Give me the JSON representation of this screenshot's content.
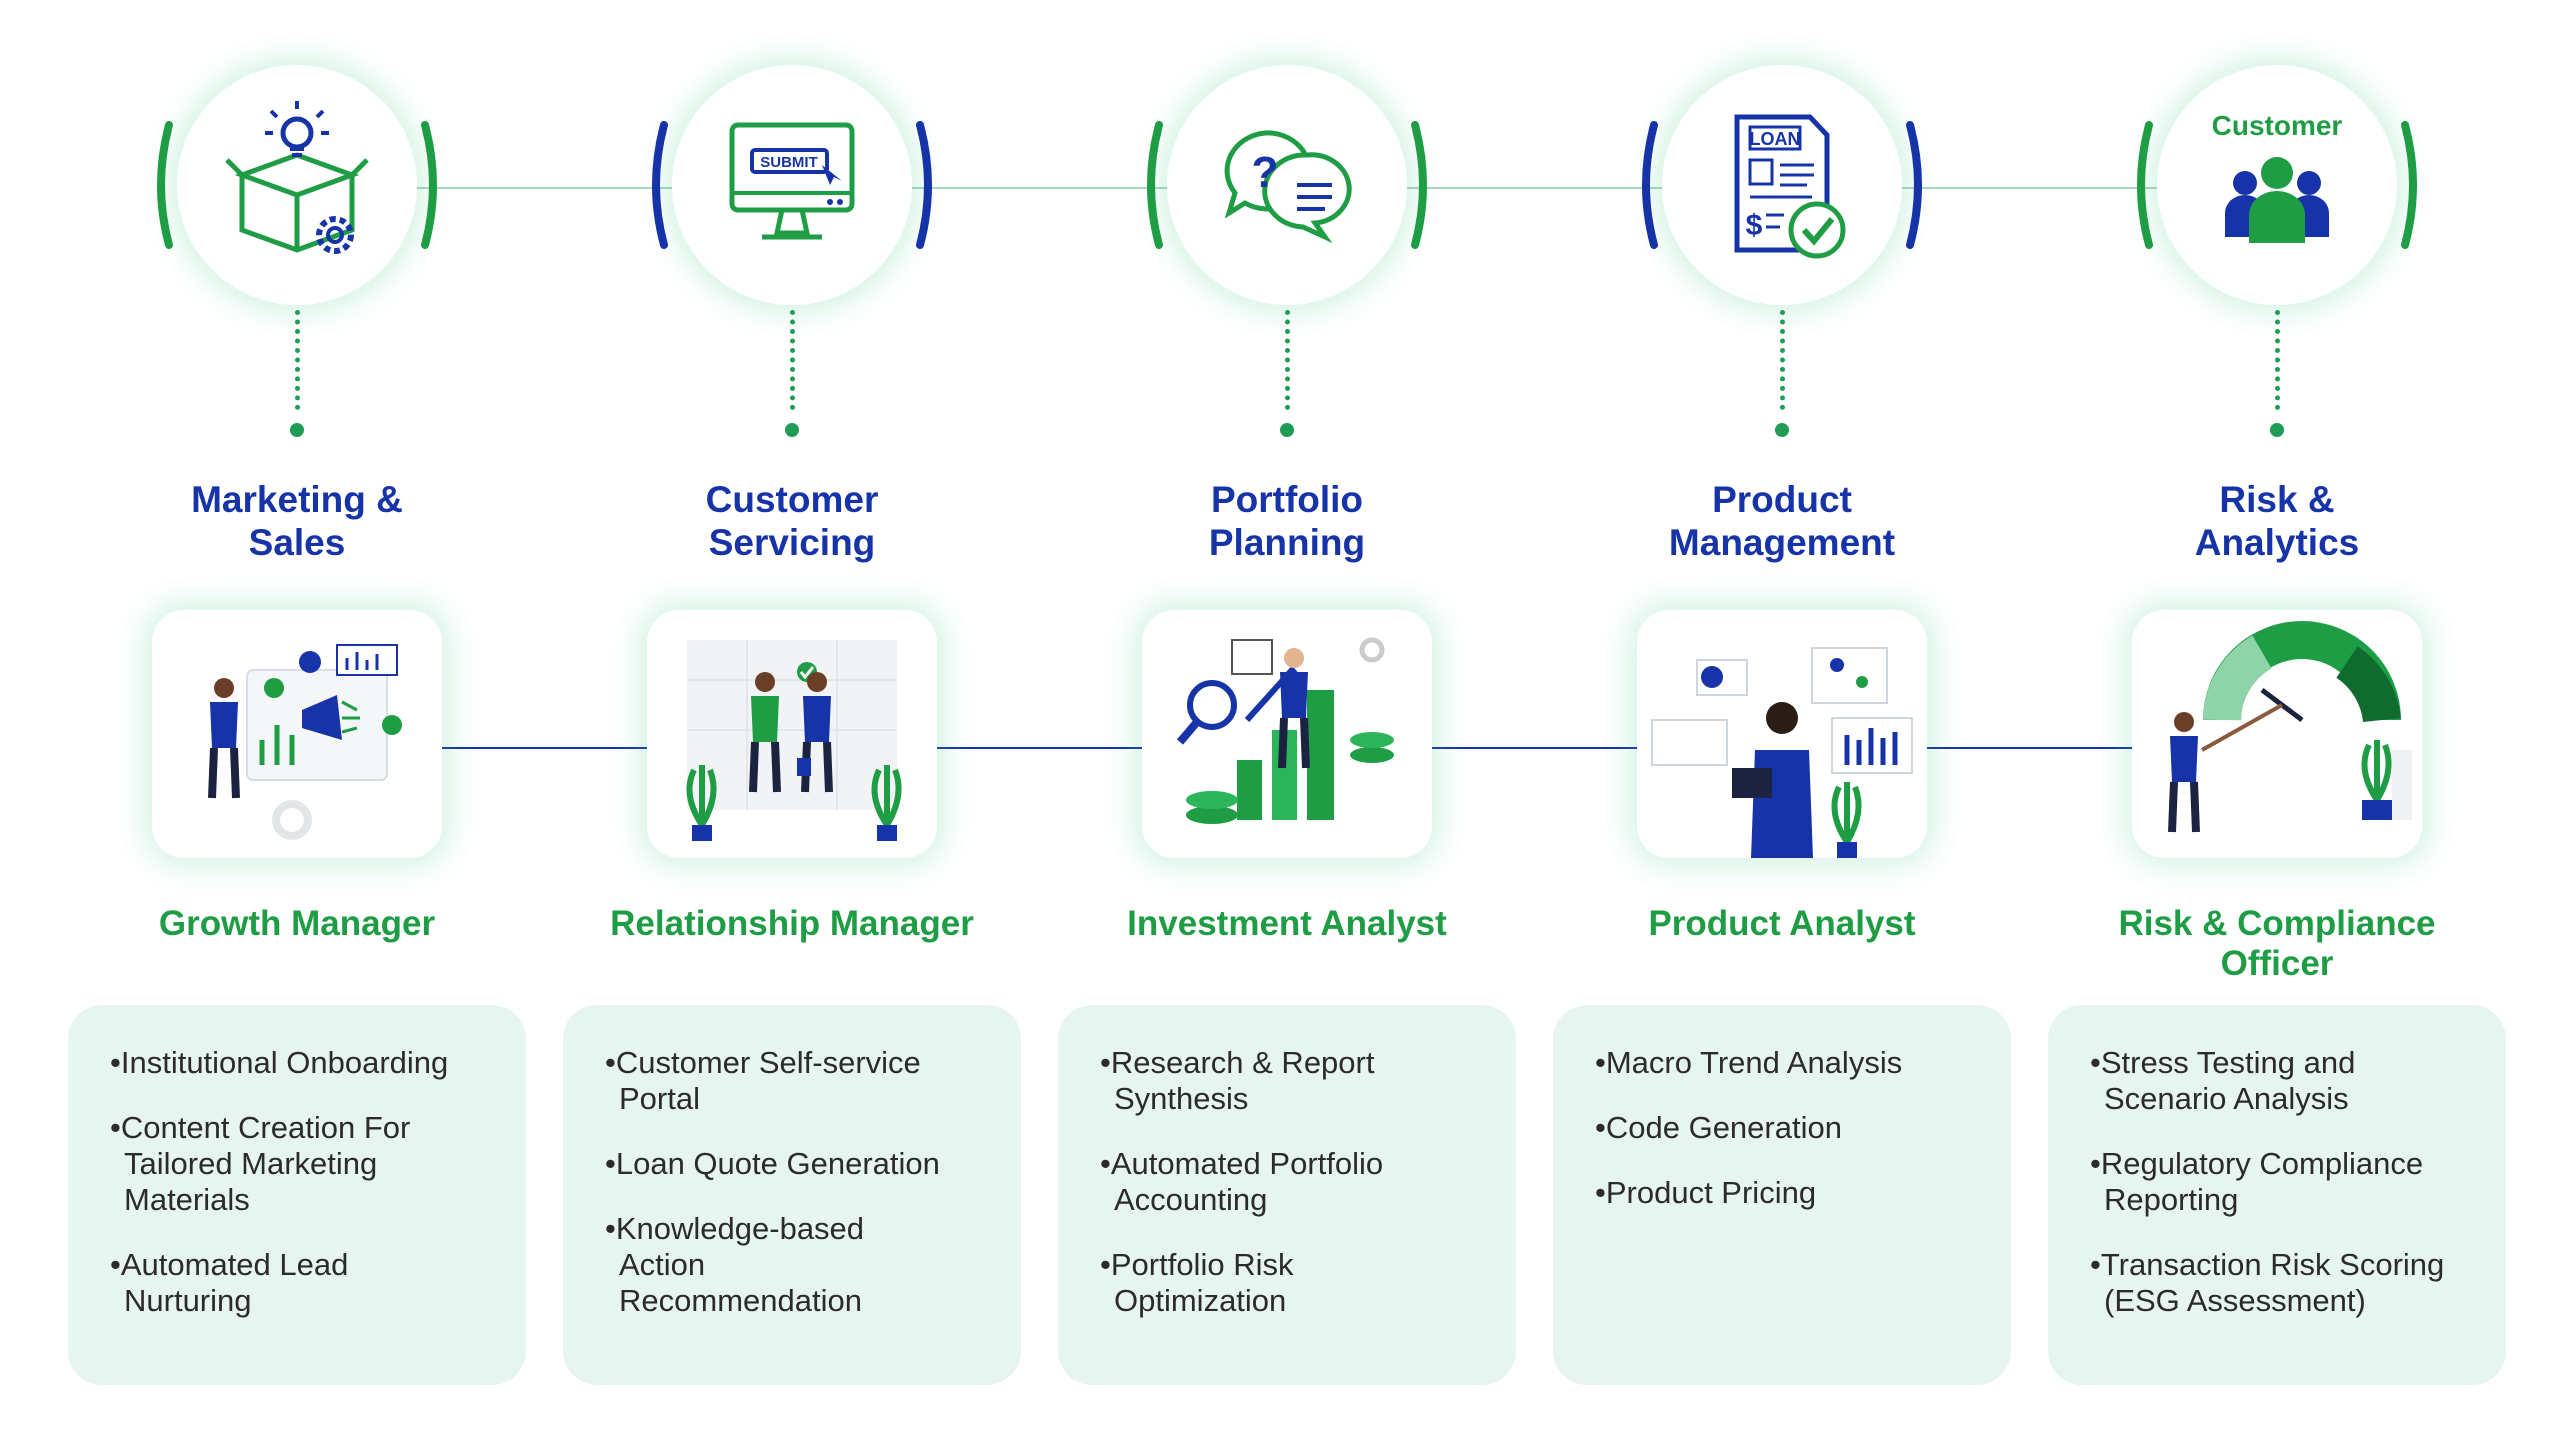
{
  "colors": {
    "blue": "#1733a8",
    "green": "#1f9d45",
    "card_bg": "#e6f5ef"
  },
  "columns": [
    {
      "icon": "box-lightbulb-gear-icon",
      "bracket": "green",
      "icon_label": "",
      "category": "Marketing & Sales",
      "category_lines": [
        "Marketing &",
        "Sales"
      ],
      "role": "Growth Manager",
      "role_lines": [
        "Growth Manager"
      ],
      "illustration": "growth-manager-illustration",
      "bullets": [
        [
          "•Institutional Onboarding"
        ],
        [
          "•Content Creation For",
          "Tailored Marketing",
          "Materials"
        ],
        [
          "•Automated Lead",
          "Nurturing"
        ]
      ]
    },
    {
      "icon": "monitor-submit-icon",
      "bracket": "blue",
      "icon_label": "SUBMIT",
      "category": "Customer Servicing",
      "category_lines": [
        "Customer",
        "Servicing"
      ],
      "role": "Relationship Manager",
      "role_lines": [
        "Relationship Manager"
      ],
      "illustration": "relationship-manager-illustration",
      "bullets": [
        [
          "•Customer Self-service",
          "Portal"
        ],
        [
          "•Loan Quote Generation"
        ],
        [
          "•Knowledge-based",
          "Action",
          "Recommendation"
        ]
      ]
    },
    {
      "icon": "chat-question-icon",
      "bracket": "green",
      "icon_label": "?",
      "category": "Portfolio Planning",
      "category_lines": [
        "Portfolio",
        "Planning"
      ],
      "role": "Investment Analyst",
      "role_lines": [
        "Investment Analyst"
      ],
      "illustration": "investment-analyst-illustration",
      "bullets": [
        [
          "•Research & Report",
          "Synthesis"
        ],
        [
          "•Automated Portfolio",
          "Accounting"
        ],
        [
          "•Portfolio Risk",
          "Optimization"
        ]
      ]
    },
    {
      "icon": "loan-document-check-icon",
      "bracket": "blue",
      "icon_label": "LOAN",
      "category": "Product Management",
      "category_lines": [
        "Product",
        "Management"
      ],
      "role": "Product Analyst",
      "role_lines": [
        "Product Analyst"
      ],
      "illustration": "product-analyst-illustration",
      "bullets": [
        [
          "•Macro Trend Analysis"
        ],
        [
          "•Code Generation"
        ],
        [
          "•Product Pricing"
        ]
      ]
    },
    {
      "icon": "customer-group-icon",
      "bracket": "green",
      "icon_label": "Customer",
      "category": "Risk & Analytics",
      "category_lines": [
        "Risk &",
        "Analytics"
      ],
      "role": "Risk & Compliance Officer",
      "role_lines": [
        "Risk & Compliance",
        "Officer"
      ],
      "illustration": "risk-officer-illustration",
      "bullets": [
        [
          "•Stress Testing and",
          "Scenario Analysis"
        ],
        [
          "•Regulatory Compliance",
          "Reporting"
        ],
        [
          "•Transaction Risk Scoring",
          "(ESG Assessment)"
        ]
      ]
    }
  ]
}
